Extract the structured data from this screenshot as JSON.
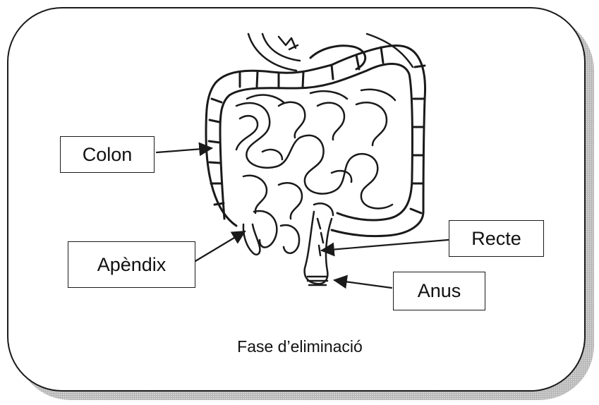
{
  "caption": "Fase d’eliminació",
  "labels": {
    "colon": "Colon",
    "appendix": "Apèndix",
    "rectum": "Recte",
    "anus": "Anus"
  },
  "colors": {
    "outline": "#1a1a1a",
    "shadow": "#c8c8c8"
  }
}
